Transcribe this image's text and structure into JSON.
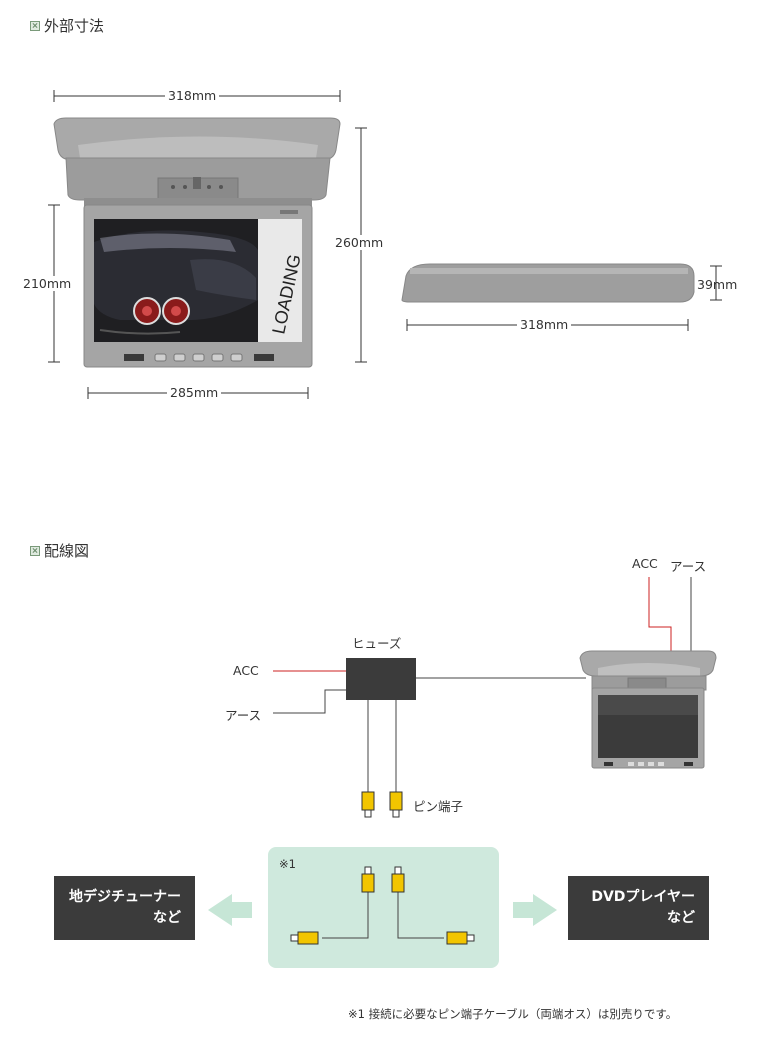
{
  "sections": {
    "dimensions_title": "外部寸法",
    "wiring_title": "配線図"
  },
  "dimensions": {
    "front_width_top": "318mm",
    "front_height_screen": "210mm",
    "front_height_total": "260mm",
    "front_width_bottom": "285mm",
    "side_width": "318mm",
    "side_thickness": "39mm",
    "screen_text": "LOADING"
  },
  "wiring": {
    "acc_top": "ACC",
    "earth_top": "アース",
    "fuse_label": "ヒューズ",
    "acc_left": "ACC",
    "earth_left": "アース",
    "pin_label": "ピン端子",
    "note_marker": "※1",
    "left_box_line1": "地デジチューナー",
    "left_box_line2": "など",
    "right_box_line1": "DVDプレイヤー",
    "right_box_line2": "など",
    "footnote": "※1 接続に必要なピン端子ケーブル（両端オス）は別売りです。"
  },
  "colors": {
    "acc_wire": "#cc2222",
    "rca_plug": "#f2c500",
    "green_panel": "#cfe9dd",
    "arrow": "#c6e6d6",
    "dark_box": "#3b3b3b",
    "monitor_gray": "#9a9a9a"
  }
}
